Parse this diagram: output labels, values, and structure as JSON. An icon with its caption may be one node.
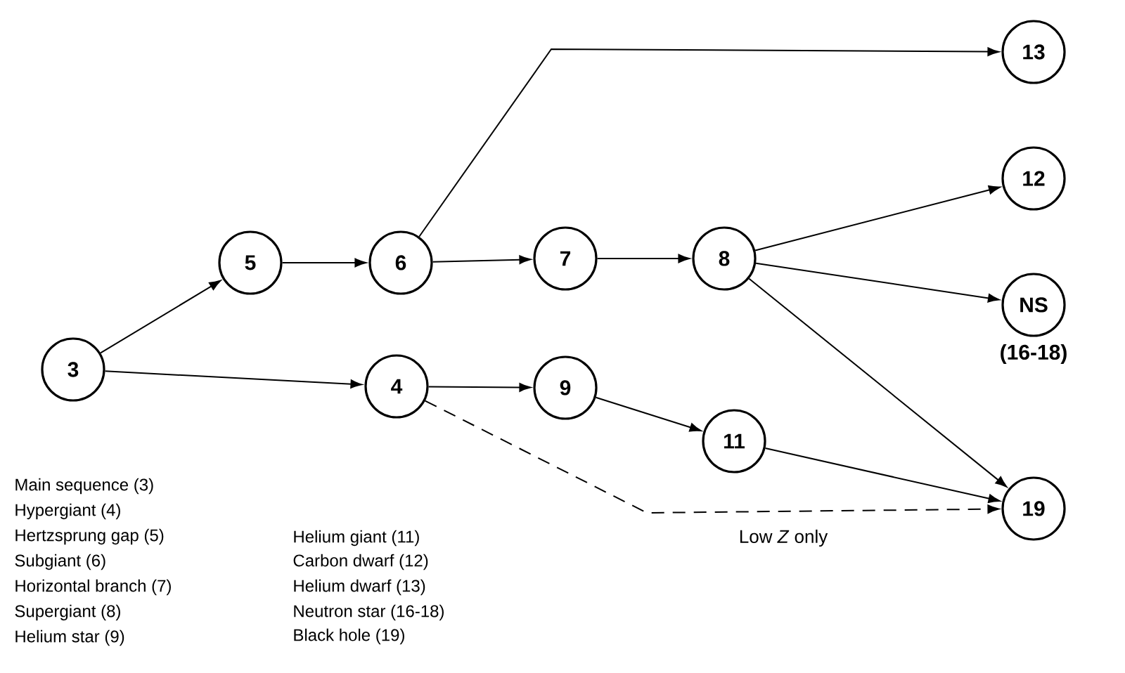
{
  "diagram": {
    "nodes": [
      {
        "text": [
          "3"
        ]
      },
      {
        "text": [
          "5"
        ]
      },
      {
        "text": [
          "6"
        ]
      },
      {
        "text": [
          "7"
        ]
      },
      {
        "text": [
          "8"
        ]
      },
      {
        "text": [
          "13"
        ]
      },
      {
        "text": [
          "12"
        ]
      },
      {
        "text": [
          "NS"
        ],
        "beside": [
          "(16-18)"
        ]
      },
      {
        "text": [
          "4"
        ]
      },
      {
        "text": [
          "9"
        ]
      },
      {
        "text": [
          "11"
        ]
      },
      {
        "text": [
          "19"
        ]
      }
    ],
    "edges": [
      {
        "from": 0,
        "to": 1,
        "arrow": "to"
      },
      {
        "from": 0,
        "to": 8,
        "arrow": "to"
      },
      {
        "from": 1,
        "to": 2,
        "arrow": "to"
      },
      {
        "from": 2,
        "to": 3,
        "arrow": "to"
      },
      {
        "from": 2,
        "to": 5,
        "arrow": "to"
      },
      {
        "from": 3,
        "to": 4,
        "arrow": "to"
      },
      {
        "from": 4,
        "to": 6,
        "arrow": "to"
      },
      {
        "from": 4,
        "to": 7,
        "arrow": "to"
      },
      {
        "from": 4,
        "to": 11,
        "arrow": "to"
      },
      {
        "from": 8,
        "to": 9,
        "arrow": "to"
      },
      {
        "from": 9,
        "to": 10,
        "arrow": "to"
      },
      {
        "from": 10,
        "to": 11,
        "arrow": "to"
      },
      {
        "from": 8,
        "to": 11,
        "arrow": "to",
        "style": "dashed",
        "label": "Low *Z* only"
      }
    ],
    "labels": [
      "Main sequence (3)",
      "Hypergiant (4)",
      "Hertzsprung gap (5)",
      "Helium giant (11)",
      "Subgiant (6)",
      "Carbon dwarf (12)",
      "Horizontal branch (7)",
      "Helium dwarf (13)",
      "Supergiant (8)",
      "Neutron star (16-18)",
      "Helium star (9)",
      "Black hole (19)"
    ]
  }
}
